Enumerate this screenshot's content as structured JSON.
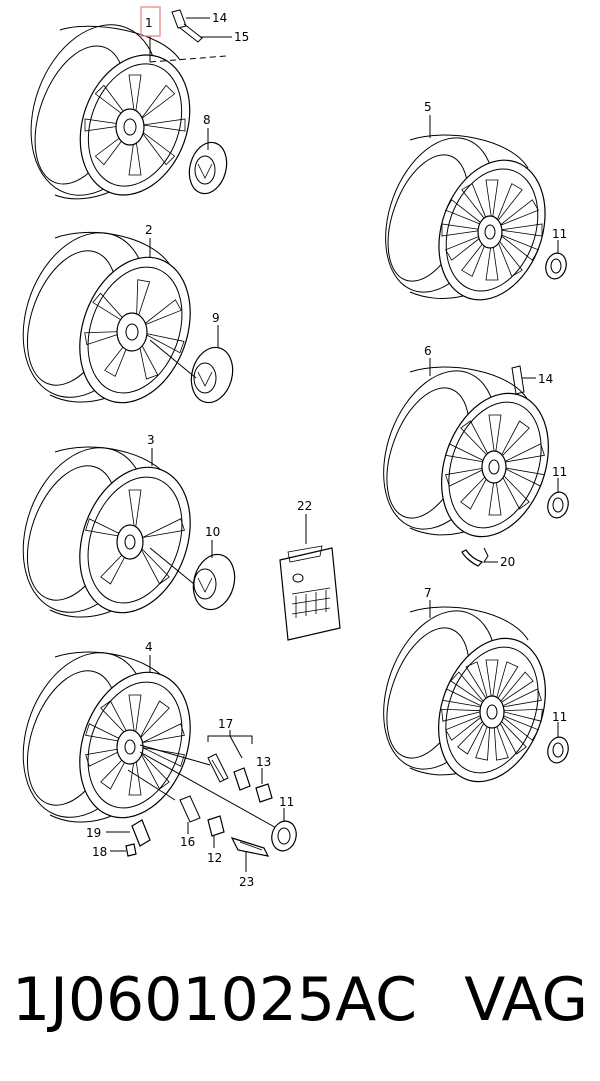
{
  "callouts": {
    "c1": "1",
    "c2": "2",
    "c3": "3",
    "c4": "4",
    "c5": "5",
    "c6": "6",
    "c7": "7",
    "c8": "8",
    "c9": "9",
    "c10": "10",
    "c11a": "11",
    "c11b": "11",
    "c11c": "11",
    "c11d": "11",
    "c12": "12",
    "c13": "13",
    "c14a": "14",
    "c14b": "14",
    "c15": "15",
    "c16": "16",
    "c17": "17",
    "c18": "18",
    "c19": "19",
    "c20": "20",
    "c22": "22",
    "c23": "23"
  },
  "highlighted_callout": "1",
  "highlight_color": "#e88888",
  "caption": {
    "part_number": "1J0601025AC",
    "brand": "VAG"
  }
}
